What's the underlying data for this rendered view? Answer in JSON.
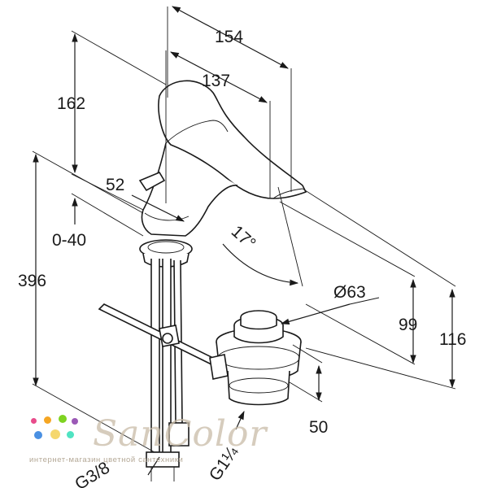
{
  "dimensions": {
    "overall_reach": "154",
    "spout_reach": "137",
    "top_height": "162",
    "handle_offset": "52",
    "deck_thickness": "0-40",
    "total_length": "396",
    "spout_angle": "17°",
    "waste_diameter": "Ø63",
    "spout_height": "99",
    "body_height": "116",
    "waste_depth": "50",
    "supply_thread": "G3/8",
    "waste_thread": "G1¼"
  },
  "watermark": {
    "brand": "SanColor",
    "subtitle": "интернет-магазин цветной сантехники",
    "dot_colors": [
      "#e84c8b",
      "#f5a623",
      "#7ed321",
      "#4a90e2",
      "#9b59b6",
      "#50e3c2"
    ]
  }
}
